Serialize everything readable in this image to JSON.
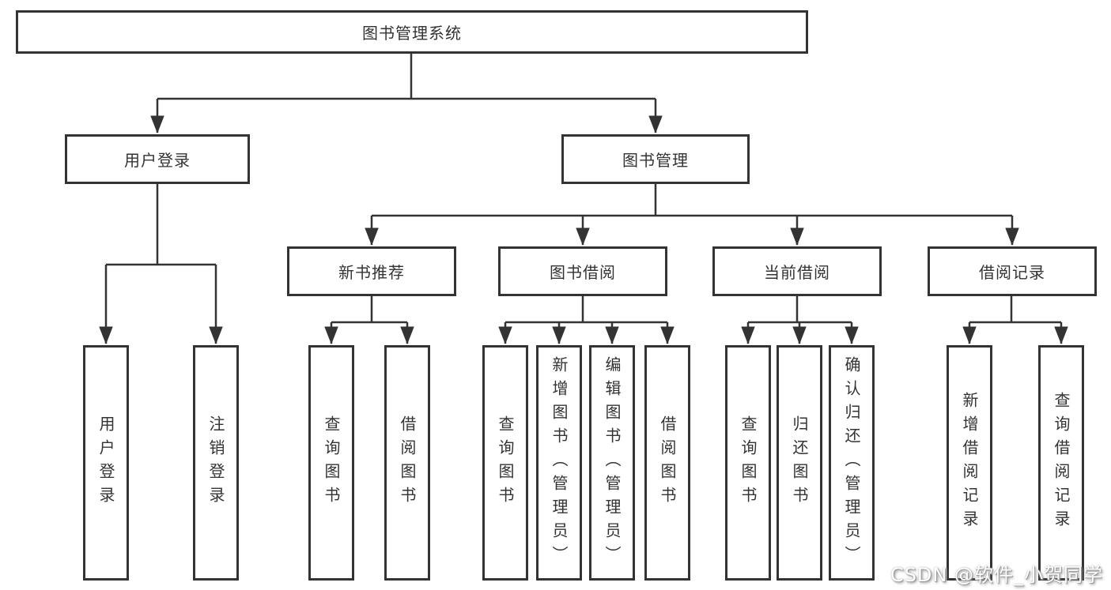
{
  "diagram": {
    "root": "图书管理系统",
    "level2": {
      "user_login": "用户登录",
      "book_mgmt": "图书管理"
    },
    "level3": {
      "new_books": "新书推荐",
      "book_borrow": "图书借阅",
      "current_borrow": "当前借阅",
      "borrow_records": "借阅记录"
    },
    "leaves": {
      "user_login": "用户登录",
      "logout": "注销登录",
      "query_book_newbooks": "查询图书",
      "borrow_book_newbooks": "借阅图书",
      "query_book_borrow": "查询图书",
      "add_book_admin": "新增图书（管理员）",
      "edit_book_admin": "编辑图书（管理员）",
      "borrow_book_borrow": "借阅图书",
      "query_book_current": "查询图书",
      "return_book": "归还图书",
      "confirm_return_admin": "确认归还（管理员）",
      "add_borrow_record": "新增借阅记录",
      "query_borrow_record": "查询借阅记录"
    }
  },
  "watermark": "CSDN @软件_小贺同学",
  "colors": {
    "line": "#333333",
    "text": "#333333",
    "background": "#ffffff",
    "watermark_text": "#ffffff"
  }
}
